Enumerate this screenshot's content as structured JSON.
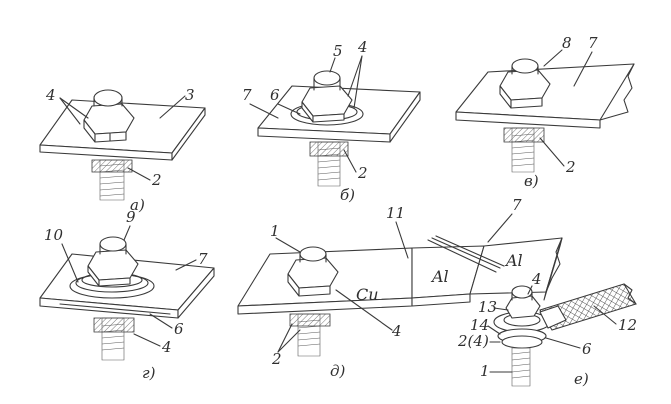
{
  "figure": {
    "panel_a": {
      "caption": "а)",
      "labels": [
        "4",
        "3",
        "2"
      ]
    },
    "panel_b": {
      "caption": "б)",
      "labels": [
        "7",
        "6",
        "5",
        "4",
        "2"
      ]
    },
    "panel_c": {
      "caption": "в)",
      "labels": [
        "8",
        "7",
        "2"
      ]
    },
    "panel_d": {
      "caption": "г)",
      "labels": [
        "9",
        "10",
        "7",
        "6",
        "4"
      ]
    },
    "panel_e": {
      "caption": "д)",
      "labels": [
        "1",
        "11",
        "7",
        "2",
        "4"
      ],
      "materials": [
        "Cu",
        "Al",
        "Al"
      ]
    },
    "panel_f": {
      "caption": "е)",
      "labels": [
        "13",
        "4",
        "14",
        "2(4)",
        "1",
        "6",
        "12"
      ]
    }
  }
}
